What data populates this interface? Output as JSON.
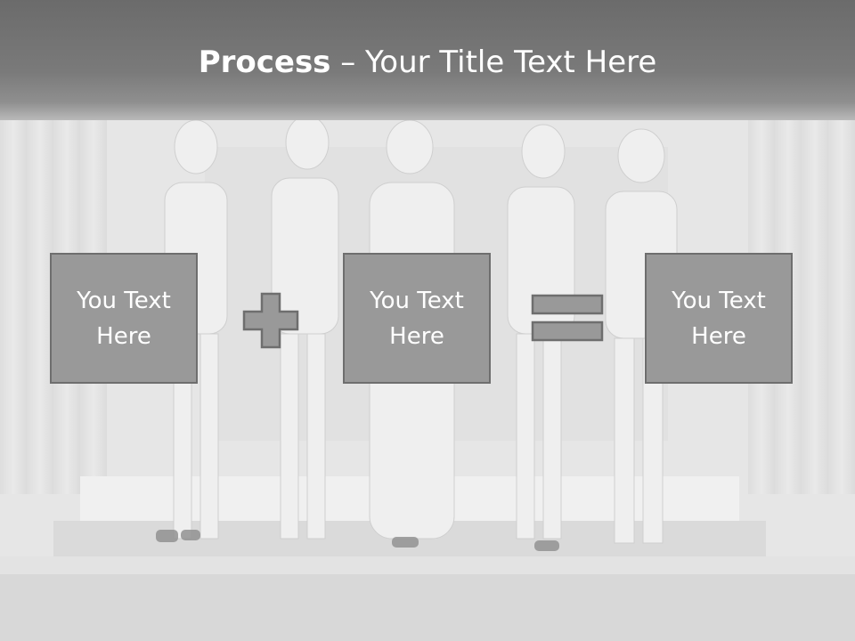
{
  "title": {
    "bold_part": "Process",
    "rest": " – Your Title Text Here"
  },
  "boxes": [
    {
      "line1": "You Text",
      "line2": "Here"
    },
    {
      "line1": "You Text",
      "line2": "Here"
    },
    {
      "line1": "You Text",
      "line2": "Here"
    }
  ],
  "operators": [
    "plus-icon",
    "equals-icon"
  ],
  "colors": {
    "title_band": "#737373",
    "box_fill": "#999999",
    "box_border": "#6e6e6e",
    "text": "#ffffff"
  }
}
